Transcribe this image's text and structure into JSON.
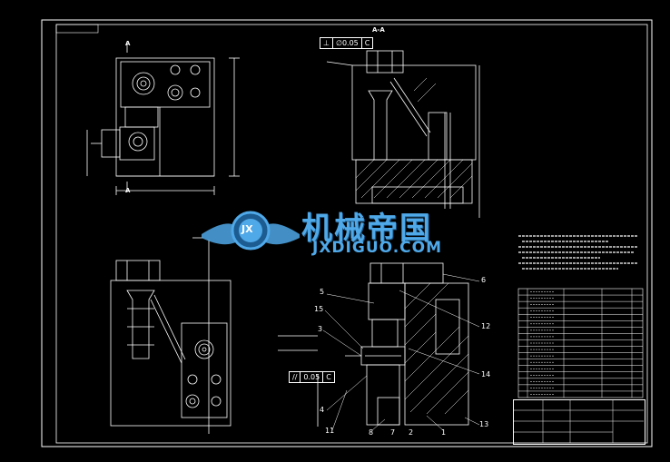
{
  "drawing": {
    "frame_label": "",
    "section_marks": {
      "top_left": "A",
      "bottom_left": "A",
      "view_label": "A-A"
    },
    "tolerances": [
      {
        "symbol": "⊥",
        "value": "∅0.05",
        "datum": "C"
      },
      {
        "symbol": "//",
        "value": "0.05",
        "datum": "C"
      }
    ],
    "part_callouts": [
      "5",
      "15",
      "3",
      "4",
      "11",
      "6",
      "8",
      "12",
      "14",
      "13",
      "1",
      "2",
      "7"
    ],
    "watermark": {
      "text_cn": "机械帝国",
      "text_en": "JXDIGUO.COM",
      "badge": "JX"
    },
    "bom_rows": 17,
    "title_block": {
      "name_cell": "",
      "mark_cell": ""
    },
    "colors": {
      "background": "#000000",
      "lines": "#ffffff",
      "watermark": "#4fa8e8"
    }
  }
}
